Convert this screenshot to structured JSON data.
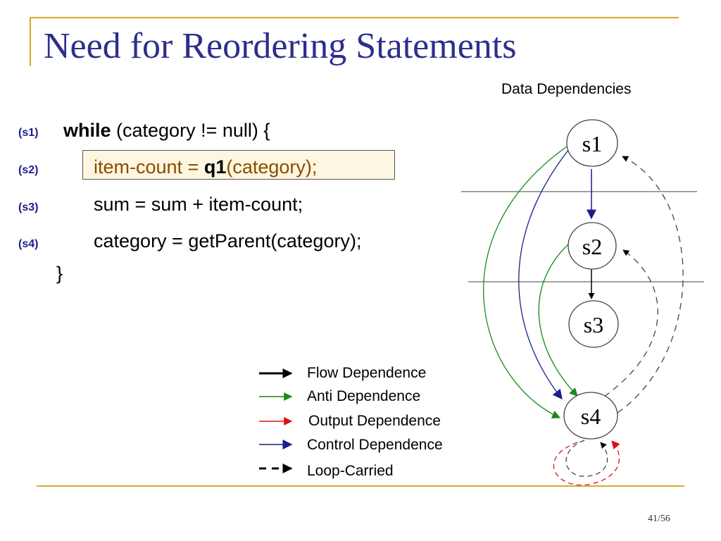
{
  "title": "Need for Reordering Statements",
  "diagram_label": "Data Dependencies",
  "code": {
    "s1": {
      "label": "(s1)",
      "keyword": "while",
      "rest": " (category != null) {"
    },
    "s2": {
      "label": "(s2)",
      "before": "item-count = ",
      "call": "q1",
      "after": "(category);"
    },
    "s3": {
      "label": "(s3)",
      "text": "sum = sum + item-count;"
    },
    "s4": {
      "label": "(s4)",
      "text": "category = getParent(category);"
    },
    "close": "}"
  },
  "nodes": [
    "s1",
    "s2",
    "s3",
    "s4"
  ],
  "legend": {
    "flow": "Flow Dependence",
    "anti": "Anti Dependence",
    "output": "Output Dependence",
    "control": "Control Dependence",
    "loop": "Loop-Carried"
  },
  "colors": {
    "title": "#2e2e8c",
    "accent": "#d9a92d",
    "flow": "#000000",
    "anti": "#1a8a1a",
    "output": "#dd1111",
    "control": "#1c1c8c",
    "loop": "#000000"
  },
  "page": "41/56"
}
